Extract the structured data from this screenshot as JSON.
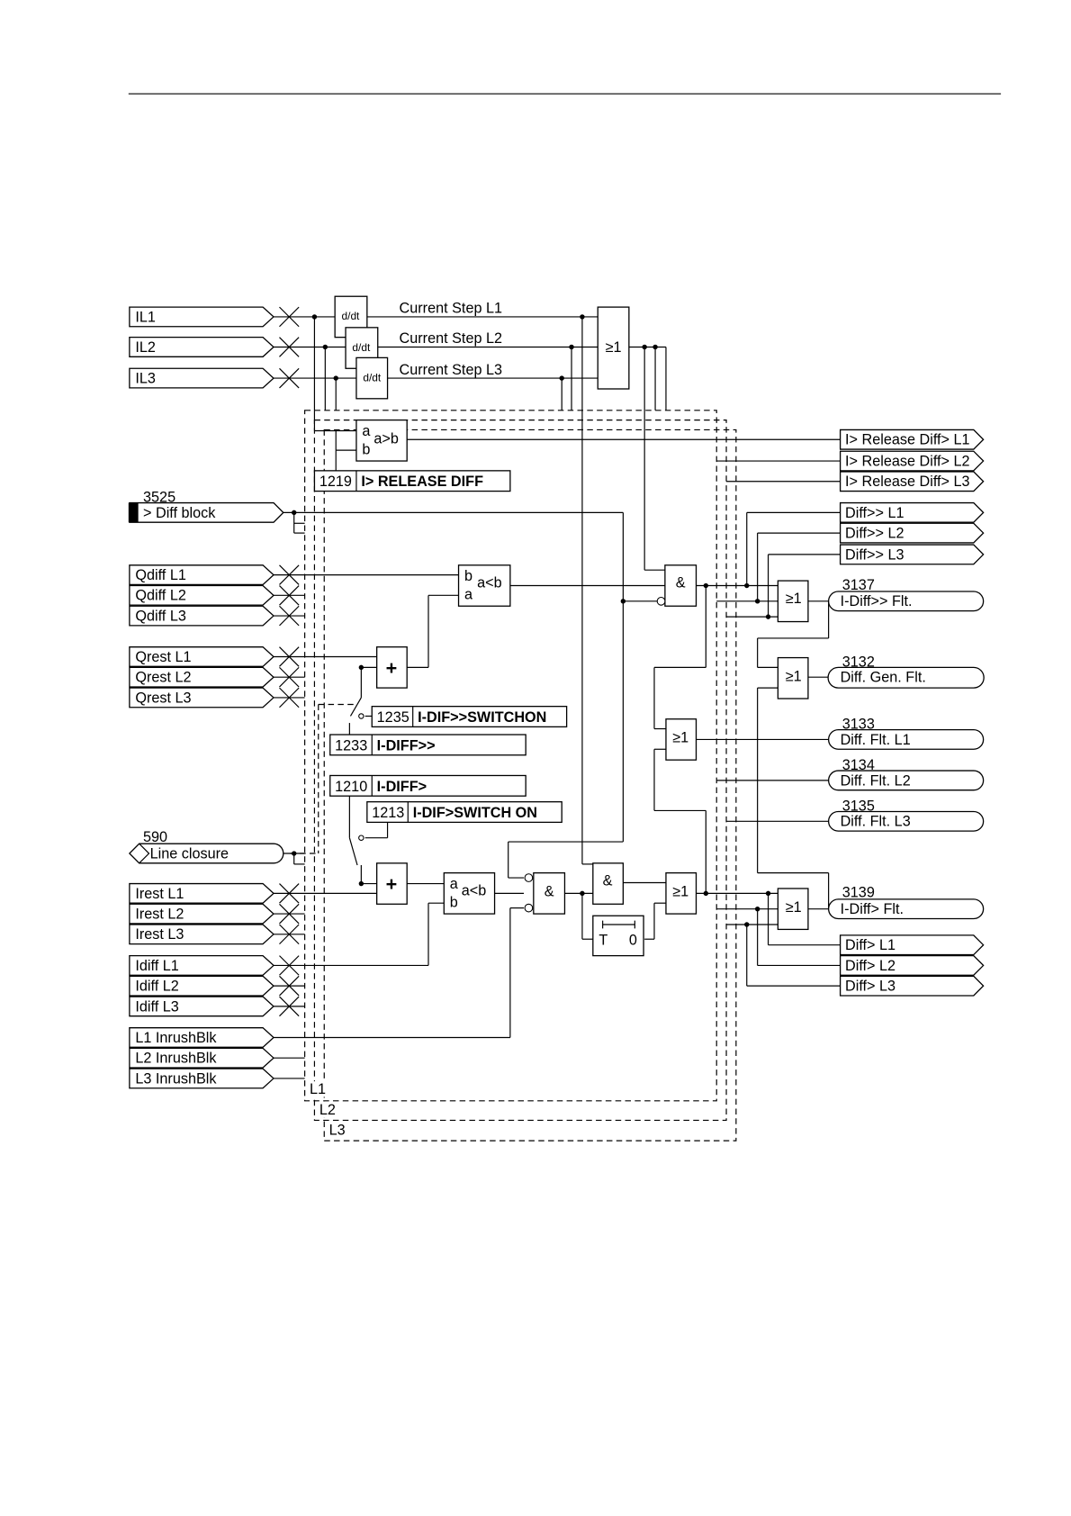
{
  "inputs": {
    "il": [
      "IL1",
      "IL2",
      "IL3"
    ],
    "diff_block": {
      "number": "3525",
      "label": "> Diff block"
    },
    "qdiff": [
      "Qdiff L1",
      "Qdiff L2",
      "Qdiff L3"
    ],
    "qrest": [
      "Qrest L1",
      "Qrest L2",
      "Qrest L3"
    ],
    "line_closure": {
      "number": "590",
      "label": "Line closure"
    },
    "irest": [
      "Irest L1",
      "Irest L2",
      "Irest L3"
    ],
    "idiff": [
      "Idiff L1",
      "Idiff L2",
      "Idiff L3"
    ],
    "inrush": [
      "L1 InrushBlk",
      "L2 InrushBlk",
      "L3 InrushBlk"
    ]
  },
  "blocks": {
    "ddt": "d/dt",
    "current_step": [
      "Current Step L1",
      "Current Step L2",
      "Current Step L3"
    ],
    "or": "≥1",
    "and": "&",
    "plus": "+",
    "cmp_agtb": {
      "a": "a",
      "b": "b",
      "op": "a>b"
    },
    "cmp_altb_q": {
      "a": "a",
      "b": "b",
      "op": "a<b"
    },
    "cmp_altb_i": {
      "a": "a",
      "b": "b",
      "op": "a<b"
    },
    "timer": {
      "t": "T",
      "zero": "0"
    }
  },
  "settings": [
    {
      "number": "1219",
      "label": "I> RELEASE DIFF"
    },
    {
      "number": "1235",
      "label": "I-DIF>>SWITCHON"
    },
    {
      "number": "1233",
      "label": "I-DIFF>>"
    },
    {
      "number": "1210",
      "label": "I-DIFF>"
    },
    {
      "number": "1213",
      "label": "I-DIF>SWITCH ON"
    }
  ],
  "outputs": {
    "release": [
      "I> Release Diff> L1",
      "I> Release Diff> L2",
      "I> Release Diff> L3"
    ],
    "diffhh": [
      "Diff>> L1",
      "Diff>> L2",
      "Diff>> L3"
    ],
    "idiffhh_flt": {
      "number": "3137",
      "label": "I-Diff>> Flt."
    },
    "gen_flt": {
      "number": "3132",
      "label": "Diff. Gen. Flt."
    },
    "flt_l1": {
      "number": "3133",
      "label": "Diff. Flt. L1"
    },
    "flt_l2": {
      "number": "3134",
      "label": "Diff. Flt. L2"
    },
    "flt_l3": {
      "number": "3135",
      "label": "Diff. Flt. L3"
    },
    "idiffh_flt": {
      "number": "3139",
      "label": "I-Diff> Flt."
    },
    "diffh": [
      "Diff> L1",
      "Diff> L2",
      "Diff> L3"
    ]
  },
  "phases": [
    "L1",
    "L2",
    "L3"
  ]
}
